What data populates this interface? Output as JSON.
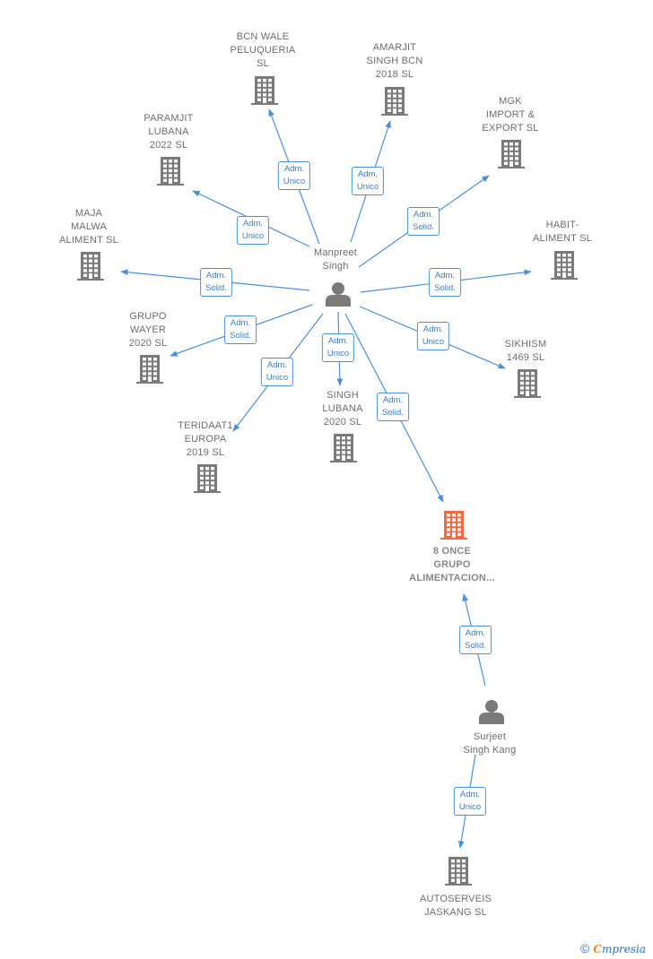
{
  "nodes": {
    "manpreet": {
      "label": "Manpreet\nSingh",
      "kind": "person"
    },
    "surjeet": {
      "label": "Surjeet\nSingh Kang",
      "kind": "person"
    },
    "bcn_wale": {
      "label": "BCN WALE\nPELUQUERIA\nSL",
      "kind": "company"
    },
    "amarjit": {
      "label": "AMARJIT\nSINGH BCN\n2018  SL",
      "kind": "company"
    },
    "mgk": {
      "label": "MGK\nIMPORT &\nEXPORT  SL",
      "kind": "company"
    },
    "paramjit": {
      "label": "PARAMJIT\nLUBANA\n2022  SL",
      "kind": "company"
    },
    "habit": {
      "label": "HABIT-\nALIMENT  SL",
      "kind": "company"
    },
    "maja": {
      "label": "MAJA\nMALWA\nALIMENT  SL",
      "kind": "company"
    },
    "grupo_wayer": {
      "label": "GRUPO\nWAYER\n2020  SL",
      "kind": "company"
    },
    "sikhism": {
      "label": "SIKHISM\n1469  SL",
      "kind": "company"
    },
    "singh_lubana": {
      "label": "SINGH\nLUBANA\n2020  SL",
      "kind": "company"
    },
    "teridaat": {
      "label": "TERIDAAT1\nEUROPA\n2019  SL",
      "kind": "company"
    },
    "ocho_once": {
      "label": "8 ONCE\nGRUPO\nALIMENTACION...",
      "kind": "company",
      "highlight": true
    },
    "autoserveis": {
      "label": "AUTOSERVEIS\nJASKANG  SL",
      "kind": "company"
    }
  },
  "edges": [
    {
      "from": "manpreet",
      "to": "bcn_wale",
      "label": "Adm.\nUnico"
    },
    {
      "from": "manpreet",
      "to": "amarjit",
      "label": "Adm.\nUnico"
    },
    {
      "from": "manpreet",
      "to": "mgk",
      "label": "Adm.\nSolid."
    },
    {
      "from": "manpreet",
      "to": "paramjit",
      "label": "Adm.\nUnico"
    },
    {
      "from": "manpreet",
      "to": "habit",
      "label": "Adm.\nSolid."
    },
    {
      "from": "manpreet",
      "to": "maja",
      "label": "Adm.\nSolid."
    },
    {
      "from": "manpreet",
      "to": "grupo_wayer",
      "label": "Adm.\nSolid."
    },
    {
      "from": "manpreet",
      "to": "sikhism",
      "label": "Adm.\nUnico"
    },
    {
      "from": "manpreet",
      "to": "singh_lubana",
      "label": "Adm.\nUnico"
    },
    {
      "from": "manpreet",
      "to": "teridaat",
      "label": "Adm.\nUnico"
    },
    {
      "from": "manpreet",
      "to": "ocho_once",
      "label": "Adm.\nSolid."
    },
    {
      "from": "surjeet",
      "to": "ocho_once",
      "label": "Adm.\nSolid."
    },
    {
      "from": "surjeet",
      "to": "autoserveis",
      "label": "Adm.\nUnico"
    }
  ],
  "colors": {
    "edge": "#4a90d9",
    "icon": "#7a7a7a",
    "highlight": "#f26a3d"
  },
  "watermark": {
    "symbol": "©",
    "brand_initial": "C",
    "brand_rest": "mpresia"
  }
}
